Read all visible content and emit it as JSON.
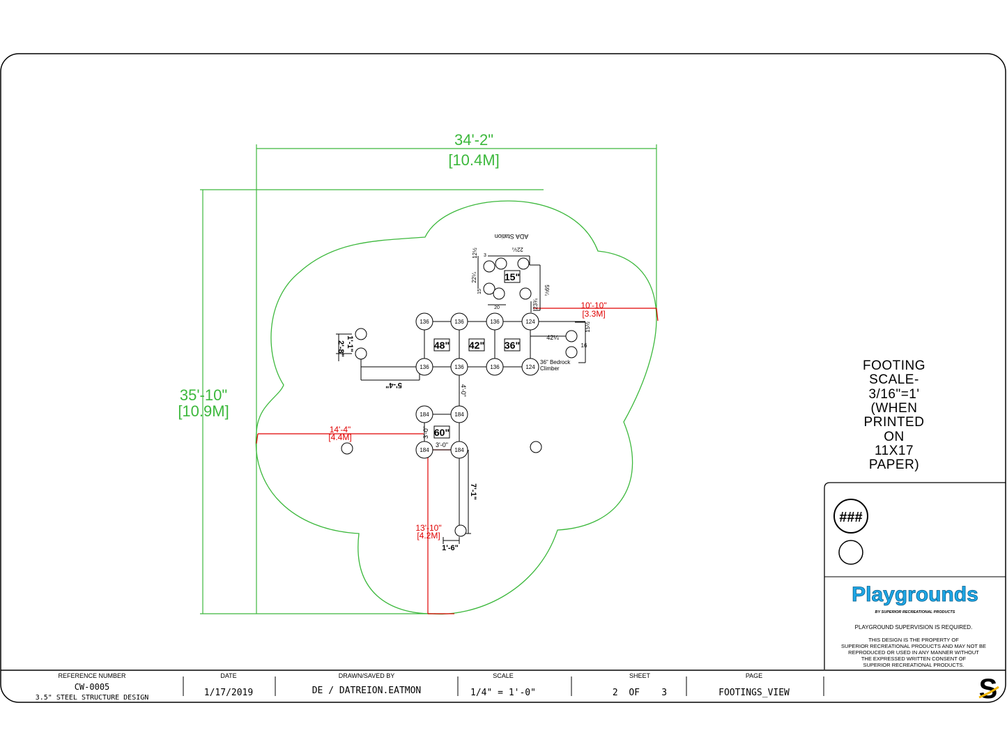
{
  "colors": {
    "green": "#3cb83c",
    "red": "#e00000",
    "black": "#000000",
    "blue": "#1ea7e6",
    "yellow": "#f2b705"
  },
  "dimensions": {
    "width_ft": "34'-2\"",
    "width_m": "[10.4M]",
    "height_ft": "35'-10\"",
    "height_m": "[10.9M]",
    "red_right_ft": "10'-10\"",
    "red_right_m": "[3.3M]",
    "red_left_ft": "14'-4\"",
    "red_left_m": "[4.4M]",
    "red_bottom_ft": "13'-10\"",
    "red_bottom_m": "[4.2M]"
  },
  "plan": {
    "ada_station": "ADA Station",
    "climber": [
      "36\" Bedrock",
      "Climber"
    ],
    "deck_labels": [
      "48\"",
      "42\"",
      "36\"",
      "15\"",
      "60\""
    ],
    "post_136": "136",
    "post_124": "124",
    "post_184": "184",
    "dims": {
      "d_2_8": "2'-8\"",
      "d_1_1": "1'-1\"",
      "d_5_4": "5'-4\"",
      "d_4_0": "4'-0\"",
      "d_3_0v": "3'-0\"",
      "d_3_0h": "3'-0\"",
      "d_7_1": "7'-1\"",
      "d_1_6": "1'-6\"",
      "d_42": "42¼",
      "d_15": "15½",
      "d_16": "16",
      "d_23": "23¾",
      "d_59": "59¼",
      "d_22a": "22¼",
      "d_22b": "22¼",
      "d_12": "12½",
      "d_20": "20",
      "d_3": "3",
      "d_15b": "15"
    }
  },
  "scale_note": [
    "FOOTING",
    "SCALE-",
    "3/16\"=1'",
    "(WHEN",
    "PRINTED",
    "ON",
    "11X17",
    "PAPER)"
  ],
  "legend": {
    "symbol": "###"
  },
  "brand": {
    "name": "Playgrounds",
    "tagline": "BY SUPERIOR RECREATIONAL PRODUCTS",
    "supervision": "PLAYGROUND SUPERVISION IS REQUIRED.",
    "property": [
      "THIS DESIGN IS THE PROPERTY OF",
      "SUPERIOR RECREATIONAL PRODUCTS AND MAY NOT BE",
      "REPRODUCED OR USED IN ANY MANNER WITHOUT",
      "THE EXPRESSED WRITTEN CONSENT OF",
      "SUPERIOR RECREATIONAL PRODUCTS."
    ],
    "logo_letter": "S"
  },
  "title_block": {
    "ref_label": "REFERENCE NUMBER",
    "ref_value": "CW-0005",
    "ref_desc": "3.5\" STEEL STRUCTURE DESIGN",
    "date_label": "DATE",
    "date_value": "1/17/2019",
    "drawn_label": "DRAWN/SAVED BY",
    "drawn_value": "DE / DATREION.EATMON",
    "scale_label": "SCALE",
    "scale_value": "1/4\" = 1'-0\"",
    "sheet_label": "SHEET",
    "sheet_value": "2  OF    3",
    "page_label": "PAGE",
    "page_value": "FOOTINGS_VIEW"
  }
}
